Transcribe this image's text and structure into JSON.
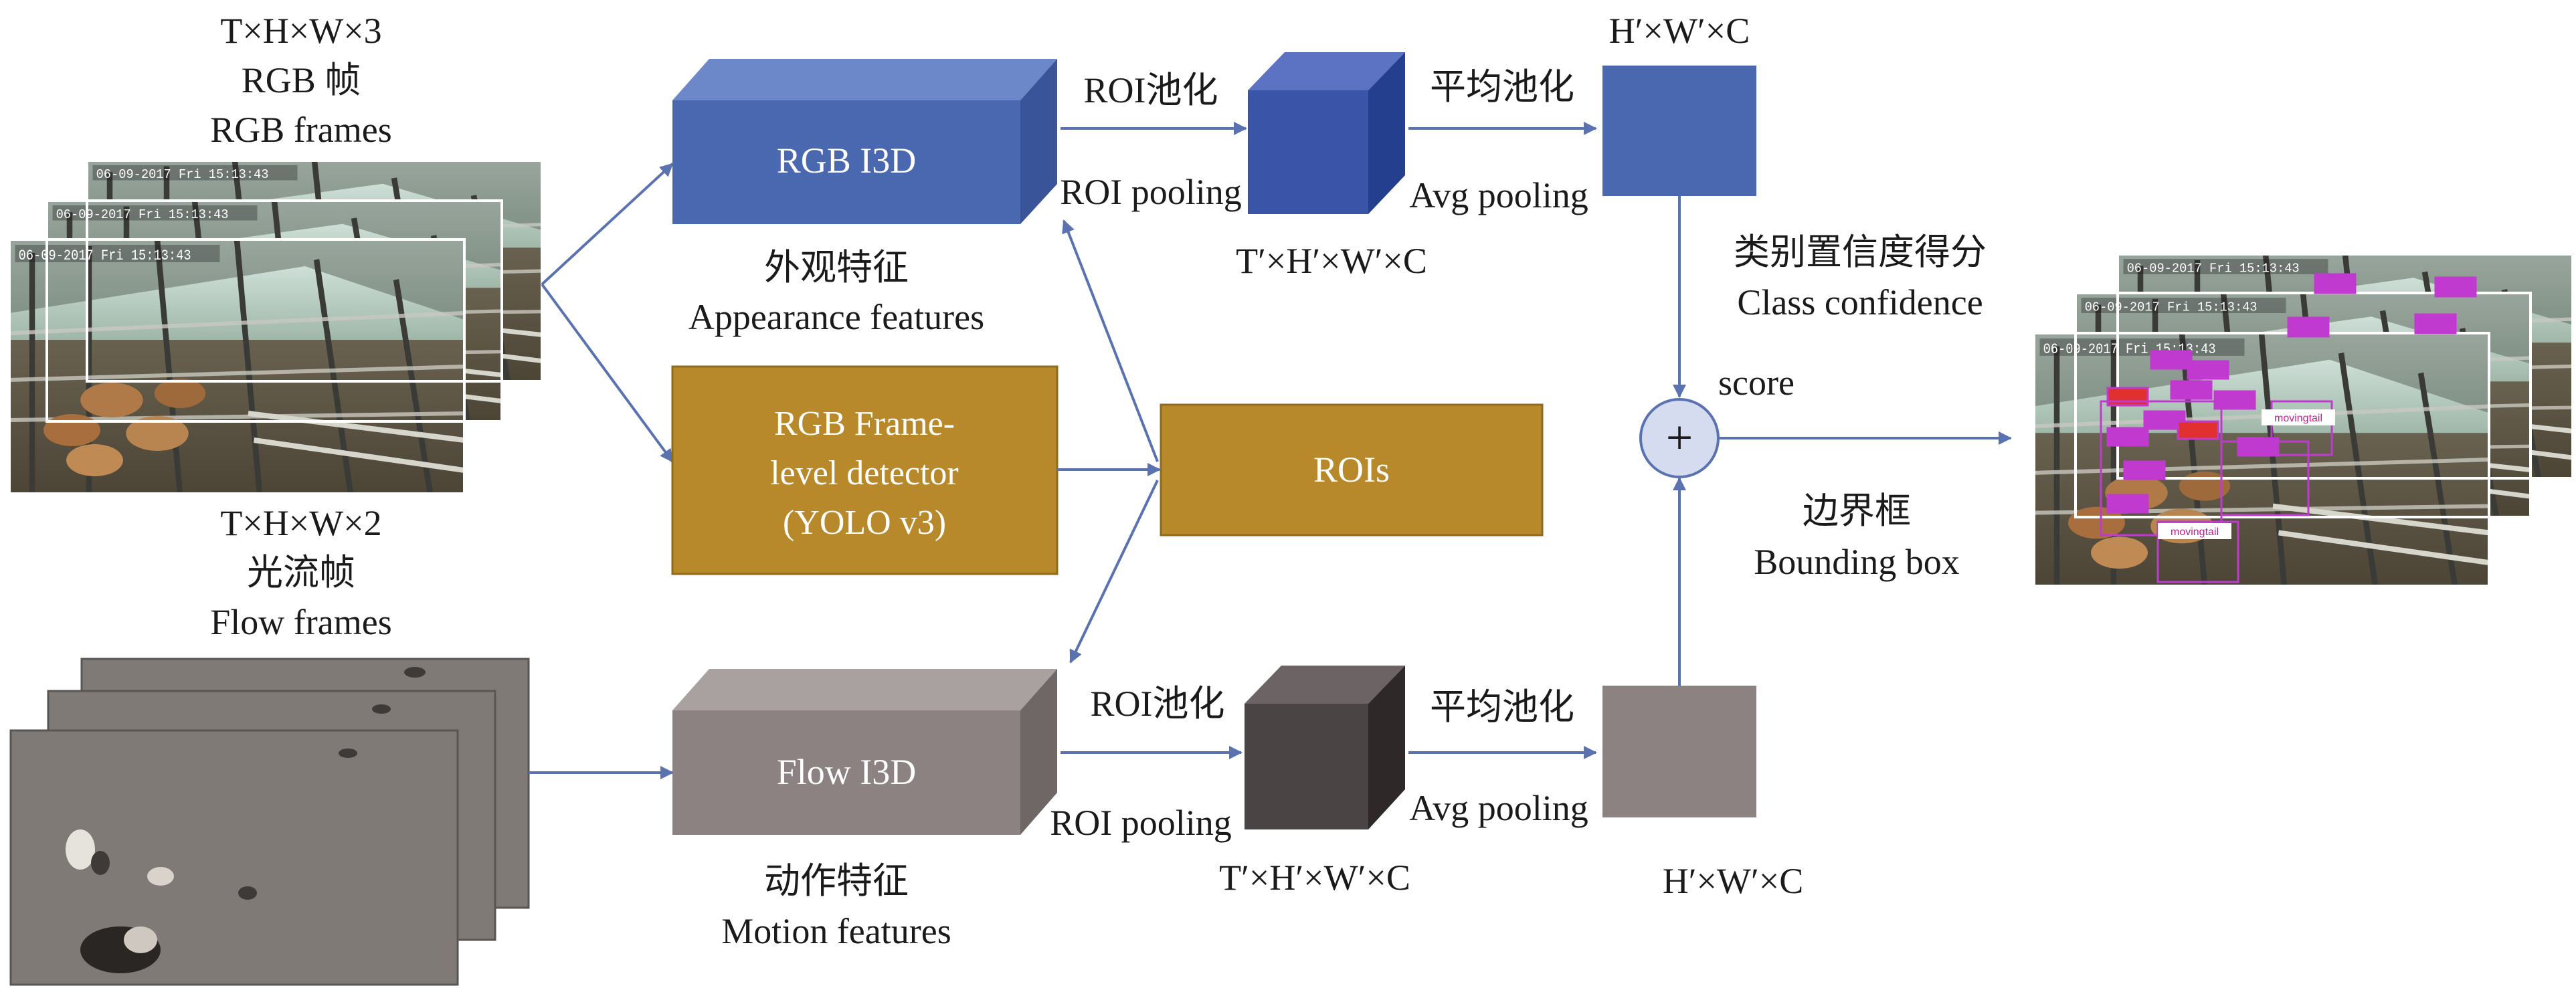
{
  "input_rgb": {
    "dims": "T×H×W×3",
    "label_zh": "RGB 帧",
    "label_en": "RGB frames",
    "frame_timestamp": "06-09-2017 Fri 15:13:43"
  },
  "input_flow": {
    "dims": "T×H×W×2",
    "label_zh": "光流帧",
    "label_en": "Flow frames"
  },
  "rgb_i3d": {
    "label": "RGB I3D",
    "caption_zh": "外观特征",
    "caption_en": "Appearance features",
    "color": "#4a68b0"
  },
  "detector": {
    "line1": "RGB Frame-",
    "line2": "level detector",
    "line3": "(YOLO v3)",
    "color": "#b8892a"
  },
  "rois": {
    "label": "ROIs",
    "color": "#b8892a"
  },
  "flow_i3d": {
    "label": "Flow I3D",
    "caption_zh": "动作特征",
    "caption_en": "Motion features",
    "color": "#8c8282"
  },
  "roi_pool_top": {
    "label_zh": "ROI池化",
    "label_en": "ROI pooling",
    "dims": "T′×H′×W′×C"
  },
  "roi_pool_bottom": {
    "label_zh": "ROI池化",
    "label_en": "ROI pooling",
    "dims": "T′×H′×W′×C"
  },
  "avg_pool_top": {
    "label_zh": "平均池化",
    "label_en": "Avg pooling",
    "dims": "H′×W′×C"
  },
  "avg_pool_bottom": {
    "label_zh": "平均池化",
    "label_en": "Avg pooling",
    "dims": "H′×W′×C"
  },
  "fusion": {
    "symbol": "+",
    "score_zh": "类别置信度得分",
    "score_en1": "Class confidence",
    "score_en2": "score"
  },
  "output": {
    "label_zh": "边界框",
    "label_en": "Bounding box",
    "box_tags": [
      "movingtail",
      "movingtail"
    ]
  },
  "colors": {
    "arrow": "#5a72b0",
    "blue_dark": "#2f4a99",
    "flow_cube": "#4a4444"
  }
}
